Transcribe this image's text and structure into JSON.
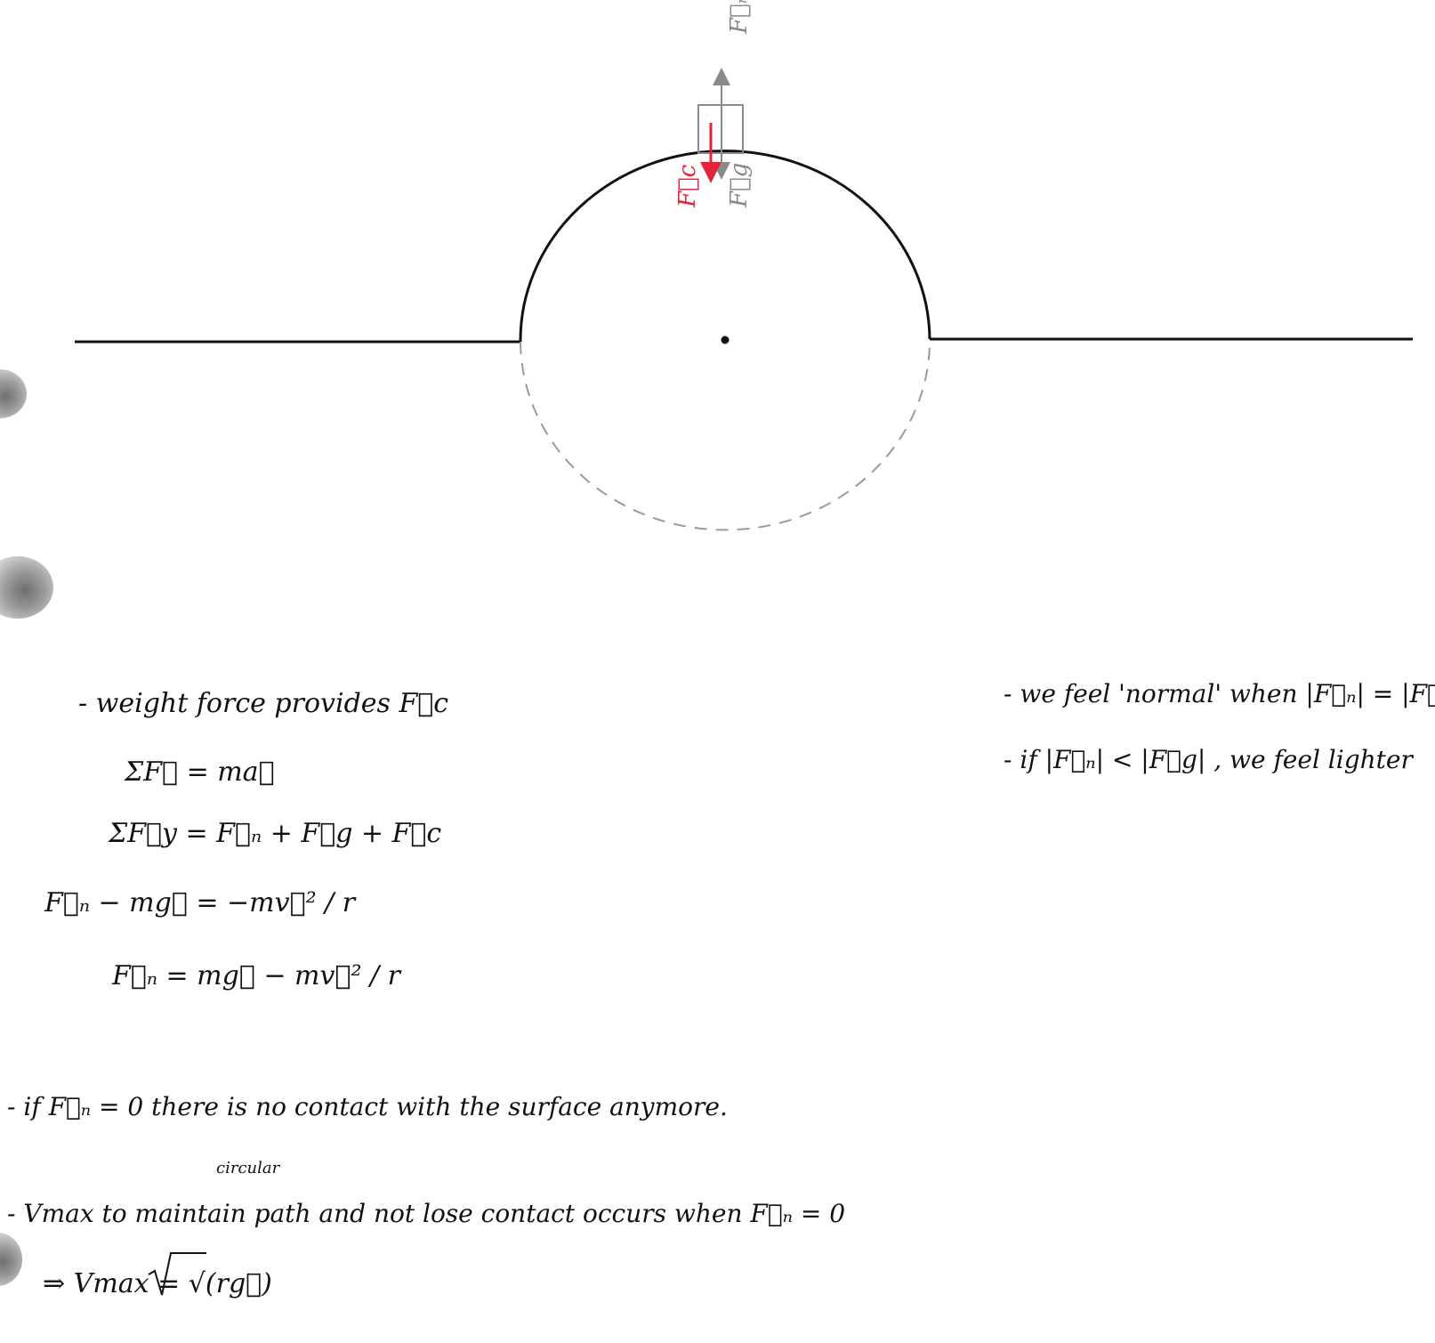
{
  "colors": {
    "ink": "#111111",
    "gray_ink": "#8a8a8a",
    "red_ink": "#e5213a"
  },
  "diagram": {
    "label_fn_top": "F⃗ₙ",
    "label_fc": "F⃗c",
    "label_fg": "F⃗g"
  },
  "notes_left": {
    "line1": "- weight force provides F⃗c",
    "eq1": "ΣF⃗ = ma⃗",
    "eq2": "ΣF⃗y = F⃗ₙ + F⃗g + F⃗c",
    "eq3": "F⃗ₙ − mg⃗  =  −mv⃗² / r",
    "eq4": "F⃗ₙ  = mg⃗ − mv⃗² / r",
    "cond1": "- if F⃗ₙ = 0 there is no contact with the surface anymore.",
    "cond2_ins": "circular",
    "cond2": "- Vmax  to maintain path and not lose contact occurs when F⃗ₙ = 0",
    "result": "⇒ Vmax = √(rg⃗)"
  },
  "notes_right": {
    "line1": "- we feel 'normal' when |F⃗ₙ| = |F⃗g|",
    "line2": "- if |F⃗ₙ| < |F⃗g| , we feel lighter"
  }
}
